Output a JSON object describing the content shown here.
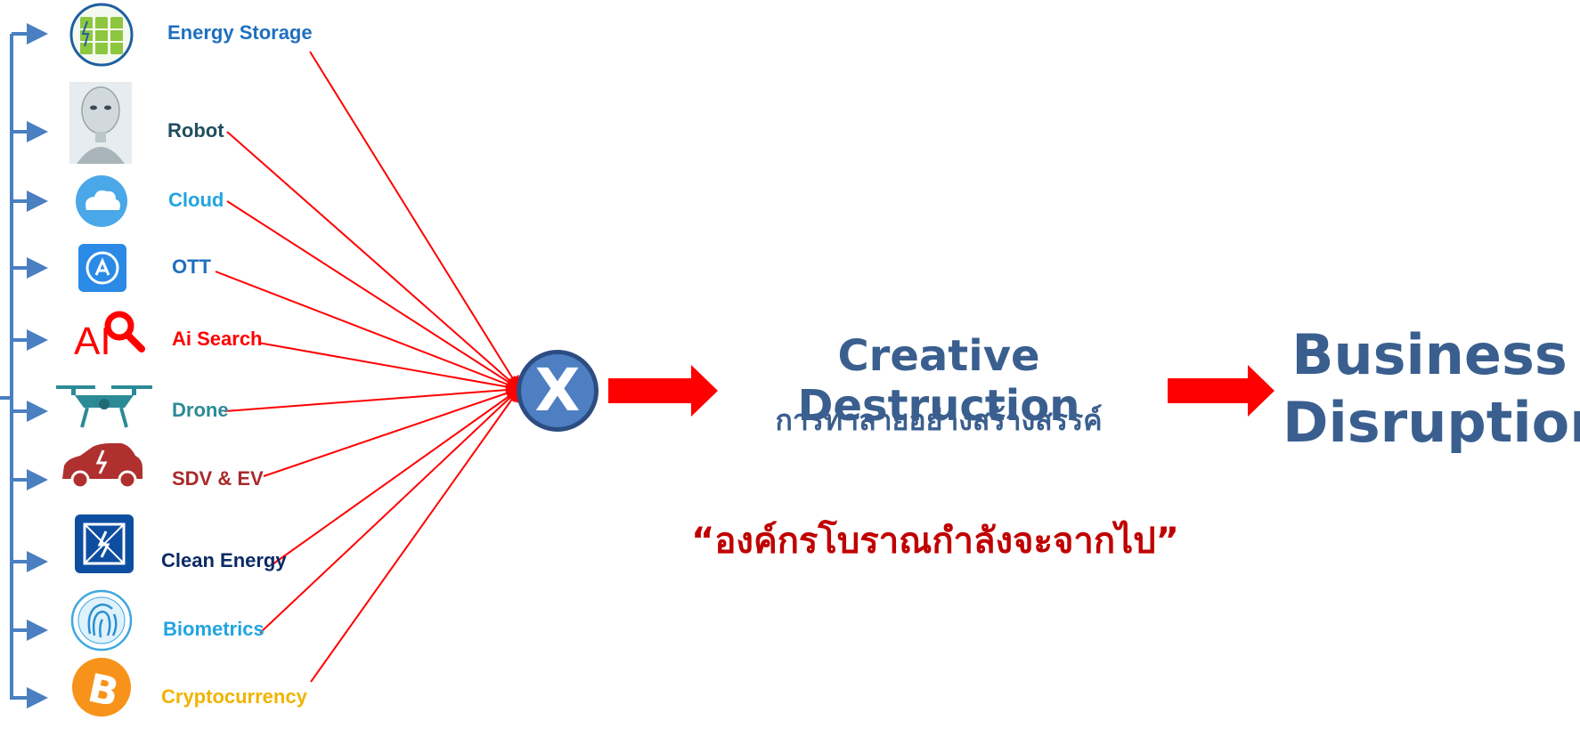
{
  "technologies": [
    {
      "label": "Energy Storage",
      "icon": "battery-icon",
      "color": "#1f6fc0"
    },
    {
      "label": "Robot",
      "icon": "robot-face-icon",
      "color": "#1f4e5f"
    },
    {
      "label": "Cloud",
      "icon": "cloud-icon",
      "color": "#22a4e0"
    },
    {
      "label": "OTT",
      "icon": "app-store-icon",
      "color": "#1f6fc0"
    },
    {
      "label": "Ai Search",
      "icon": "ai-search-icon",
      "color": "#ff0000"
    },
    {
      "label": "Drone",
      "icon": "drone-icon",
      "color": "#2c8a96"
    },
    {
      "label": "SDV & EV",
      "icon": "electric-car-icon",
      "color": "#a82a2a"
    },
    {
      "label": "Clean Energy",
      "icon": "solar-panel-icon",
      "color": "#0b2a66"
    },
    {
      "label": "Biometrics",
      "icon": "fingerprint-icon",
      "color": "#22a4e0"
    },
    {
      "label": "Cryptocurrency",
      "icon": "bitcoin-icon",
      "color": "#f0b400"
    }
  ],
  "ai_icon_text": "AI",
  "multiply_symbol": "X",
  "result": {
    "title": "Creative Destruction",
    "subtitle_th": "การทำลายอย่างสร้างสรรค์"
  },
  "quote_th": "“องค์กรโบราณกำลังจะจากไป”",
  "outcome": {
    "line1": "Business",
    "line2": "Disruption"
  },
  "colors": {
    "bracket_blue": "#4a7fc1",
    "converge_red": "#ff0000",
    "big_arrow_red": "#ff0000",
    "title_blue": "#3a5f8f",
    "quote_red": "#c00000"
  }
}
